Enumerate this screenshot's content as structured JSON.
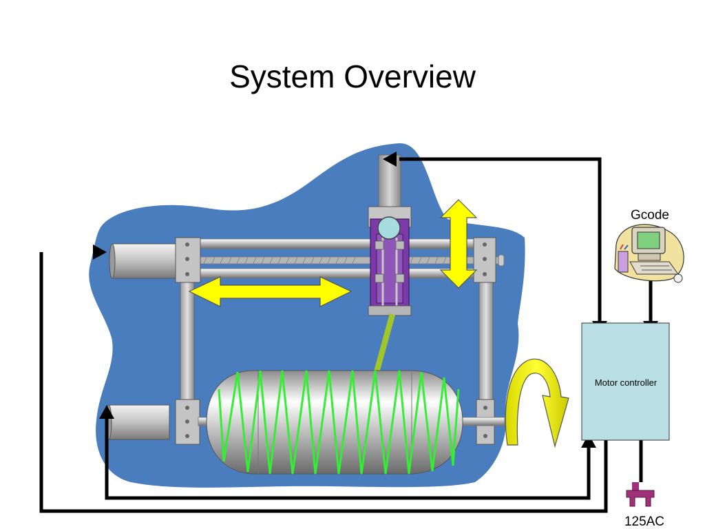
{
  "slide": {
    "title": "System Overview"
  },
  "labels": {
    "gcode": "Gcode",
    "motor_controller": "Motor controller",
    "power": "125AC"
  },
  "colors": {
    "background_blob": "#4a7dbe",
    "arrow_yellow": "#ffff00",
    "fiber_green": "#33ee33",
    "carriage_purple": "#7b3aa8",
    "controller_fill": "#b9dfe4",
    "plug_magenta": "#a0307a"
  },
  "icons": [
    "computer-icon",
    "power-plug-icon",
    "rotation-arrow-icon",
    "double-arrow-icon"
  ]
}
